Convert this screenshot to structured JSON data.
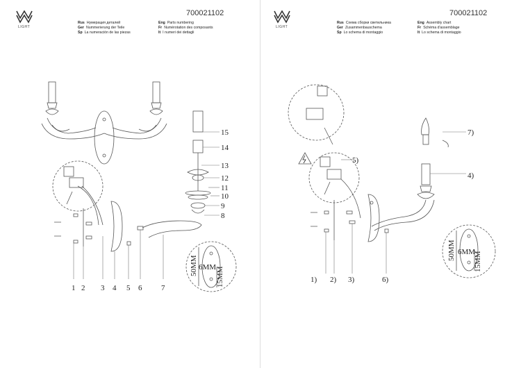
{
  "brand": {
    "logo_text": "LIGHT"
  },
  "left_page": {
    "code": "700021102",
    "captions": [
      {
        "lang": "Rus",
        "text": "Нумерация деталей"
      },
      {
        "lang": "Eng",
        "text": "Parts numbering"
      },
      {
        "lang": "Ger",
        "text": "Nummerierung der Teile"
      },
      {
        "lang": "Fr",
        "text": "Numérotation des composants"
      },
      {
        "lang": "Sp",
        "text": "La numeración de las piezas"
      },
      {
        "lang": "It",
        "text": "I numeri dei dettagli"
      }
    ],
    "bottom_labels": [
      "1",
      "2",
      "3",
      "4",
      "5",
      "6",
      "7"
    ],
    "side_labels": [
      "15",
      "14",
      "13",
      "12",
      "11",
      "10",
      "9",
      "8"
    ],
    "detail_dims": {
      "d1": "50MM",
      "d2": "6MM",
      "d3": "15MM"
    }
  },
  "right_page": {
    "code": "700021102",
    "captions": [
      {
        "lang": "Rus",
        "text": "Схема сборки светильника"
      },
      {
        "lang": "Eng",
        "text": "Assembly chart"
      },
      {
        "lang": "Ger",
        "text": "Zusammenbauschema"
      },
      {
        "lang": "Fr",
        "text": "Schéma d'assemblage"
      },
      {
        "lang": "Sp",
        "text": "Lo schema di montaggio"
      },
      {
        "lang": "It",
        "text": "Lo schema di montaggio"
      }
    ],
    "step_labels": [
      "1)",
      "2)",
      "3)",
      "4)",
      "5)",
      "6)",
      "7)"
    ],
    "detail_dims": {
      "d1": "50MM",
      "d2": "6MM",
      "d3": "15MM"
    }
  }
}
